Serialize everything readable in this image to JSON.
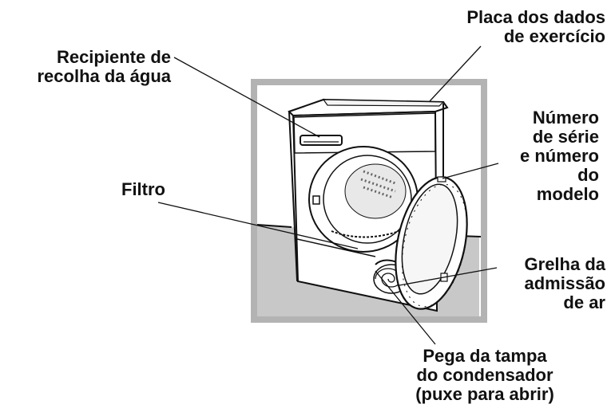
{
  "callouts": {
    "data_plate": {
      "lines": [
        "Placa dos dados",
        "de exercício"
      ]
    },
    "water_container": {
      "lines": [
        "Recipiente de",
        "recolha da água"
      ]
    },
    "serial_number": {
      "lines": [
        "Número",
        "de série",
        "e número",
        "do",
        "modelo"
      ]
    },
    "filter": {
      "lines": [
        "Filtro"
      ]
    },
    "air_intake_grille": {
      "lines": [
        "Grelha da",
        "admissão",
        "de ar"
      ]
    },
    "condenser_cover_handle": {
      "lines": [
        "Pega da tampa",
        "do condensador",
        "(puxe para abrir)"
      ]
    }
  },
  "colors": {
    "frame": "#b3b3b3",
    "floor": "#c8c8c8",
    "outline": "#111111",
    "appliance_fill": "#ffffff"
  }
}
